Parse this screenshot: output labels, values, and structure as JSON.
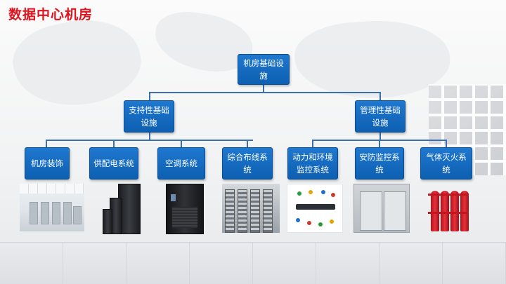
{
  "title": "数据中心机房",
  "root": {
    "label": "机房基础设施"
  },
  "branches": [
    {
      "label": "支持性基础设施"
    },
    {
      "label": "管理性基础设施"
    }
  ],
  "leaves": [
    {
      "label": "机房装饰"
    },
    {
      "label": "供配电系统"
    },
    {
      "label": "空调系统"
    },
    {
      "label": "综合布线系统"
    },
    {
      "label": "动力和环境监控系统"
    },
    {
      "label": "安防监控系统"
    },
    {
      "label": "气体灭火系统"
    }
  ],
  "colors": {
    "title": "#e0141e",
    "box": "#1670c4",
    "line": "#3c6fb0"
  }
}
